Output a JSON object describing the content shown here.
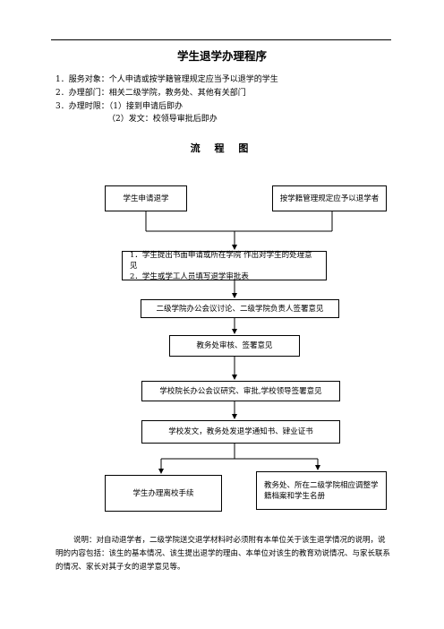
{
  "document": {
    "title": "学生退学办理程序",
    "info": [
      "1．服务对象：个人申请或按学籍管理规定应当予以退学的学生",
      "2．办理部门：相关二级学院，教务处、其他有关部门",
      "3．办理时限：（1）接到申请后即办",
      "（2）发文：校领导审批后即办"
    ],
    "flow_title": "流 程 图",
    "flow": {
      "start_left": "学生申请退学",
      "start_right": "按学籍管理规定应予以退学者",
      "step1_line1": "1．学生提出书面申请或所在学院  作出对学生的处理意见",
      "step1_line2": "2．学生或学工人员填写退学审批表",
      "step2": "二级学院办公会议讨论、二级学院负责人签署意见",
      "step3": "教务处审核、签署意见",
      "step4": "学校院长办公会议研究、审批,学校领导签署意见",
      "step5": "学校发文，教务处发退学通知书、肄业证书",
      "end_left": "学生办理离校手续",
      "end_right": "教务处、所在二级学院相应调整学籍档案和学生名册"
    },
    "note": "说明：对自动退学者，二级学院送交退学材料时必须附有本单位关于该生退学情况的说明，说明的内容包括：该生的基本情况、该生提出退学的理由、本单位对该生的教育劝说情况、与家长联系的情况、家长对其子女的退学意见等。"
  }
}
